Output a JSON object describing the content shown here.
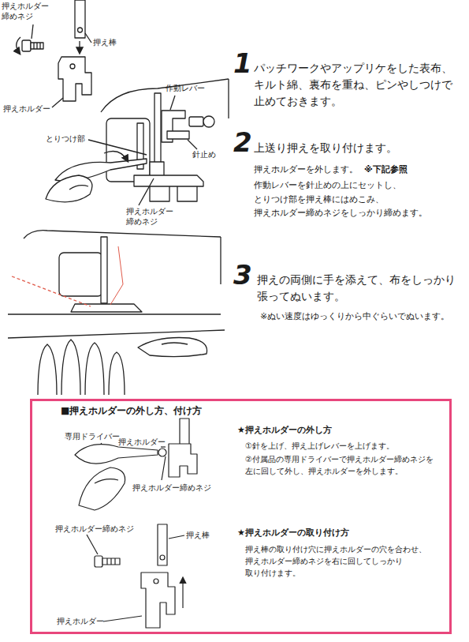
{
  "diagram": {
    "nodes": [
      {
        "text": [
          "■押えホルダーの外し方、付け方",
          "★押えホルダーの外し方",
          "①針を上げ、押え上げレバーを上げます。",
          "②付属品の専用ドライバーで押えホルダー締めネジを 左に回して外し、押えホルダーを外します。",
          "★押えホルダーの取り付け方",
          "押え棒の取り付け穴に押えホルダーの穴を合わせ、 押えホルダー締めネジを右に回してしっかり 取り付けます。"
        ]
      }
    ],
    "labels": [
      "押えホルダー 締めネジ",
      "押え棒",
      "押えホルダー",
      "作動レバー",
      "とりつけ部",
      "針止め",
      "押えホルダー 締めネジ",
      "1",
      "パッチワークやアップリケをした表布、 キルト綿、裏布を重ね、ピンやしつけで 止めておきます。",
      "2",
      "上送り押えを取り付けます。",
      "押えホルダーを外します。",
      "※下記参照",
      "作動レバーを針止めの上にセットし、 とりつけ部を押え棒にはめこみ、 押えホルダー締めネジをしっかり締めます。",
      "3",
      "押えの両側に手を添えて、布をしっかり 張ってぬいます。",
      "※ぬい速度はゆっくりから中ぐらいでぬいます。",
      "専用ドライバー",
      "押えホルダー",
      "押えホルダー締めネジ",
      "押えホルダー締めネジ",
      "押え棒",
      "押えホルダー"
    ]
  }
}
